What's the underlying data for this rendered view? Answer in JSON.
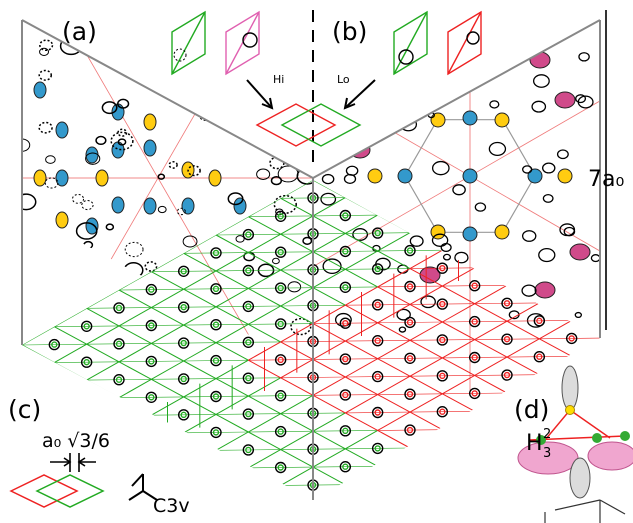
{
  "labels": {
    "panel_a": "(a)",
    "panel_b": "(b)",
    "panel_c": "(c)",
    "panel_d": "(d)",
    "hi": "Hi",
    "lo": "Lo",
    "scale": "7a₀",
    "spacing": "a₀ √3/6",
    "symmetry": "C3v",
    "molecule_base": "H",
    "molecule_sub": "3",
    "molecule_sup": "2"
  },
  "colors": {
    "green": "#22aa22",
    "red": "#ee2222",
    "pink": "#e060b0",
    "blue": "#3399cc",
    "yellow": "#ffcc11",
    "magenta": "#d04a8a",
    "gray": "#888888",
    "black": "#000000"
  }
}
